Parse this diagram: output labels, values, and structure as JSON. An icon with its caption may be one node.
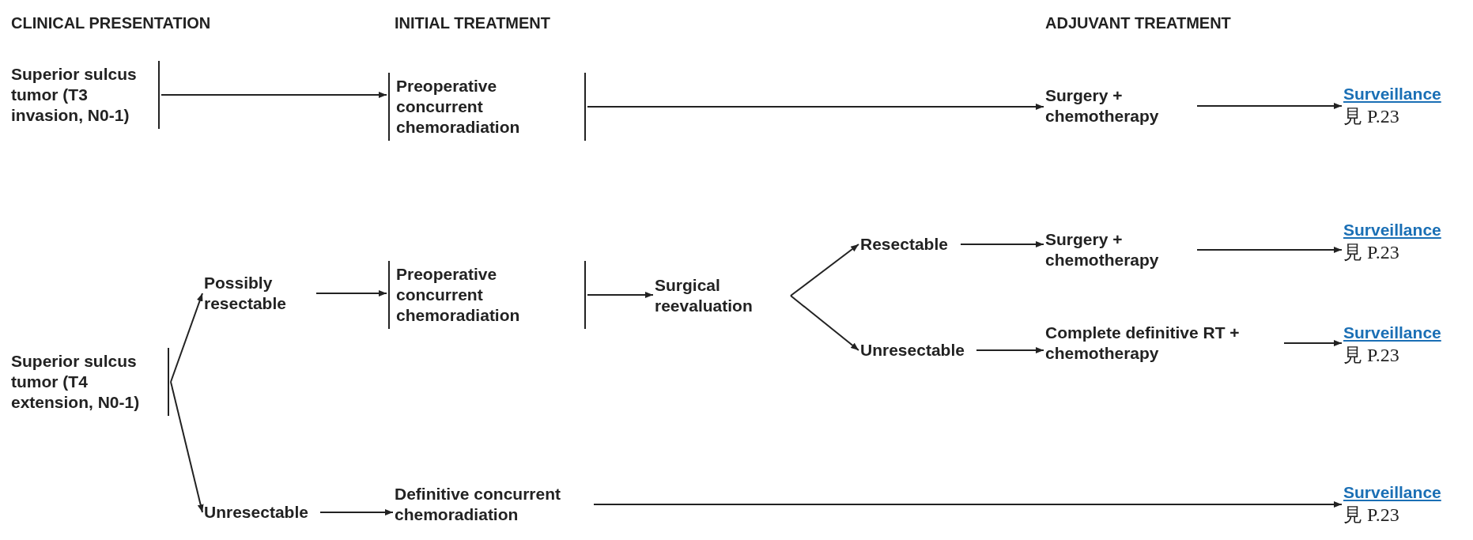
{
  "diagram": {
    "nodes": [
      {
        "text": [
          "Superior sulcus tumor (T3 invasion, N0-1)"
        ]
      },
      {
        "text": [
          "Preoperative concurrent chemoradiation"
        ]
      },
      {
        "text": [
          "Surgery + chemotherapy"
        ]
      },
      {
        "text": [
          "Surveillance",
          "見 P.23"
        ]
      },
      {
        "text": [
          "Superior sulcus tumor (T4 extension, N0-1)"
        ]
      },
      {
        "text": [
          "Possibly resectable"
        ]
      },
      {
        "text": [
          "Preoperative concurrent chemoradiation"
        ]
      },
      {
        "text": [
          "Surgical reevaluation"
        ]
      },
      {
        "text": [
          "Resectable"
        ]
      },
      {
        "text": [
          "Surgery + chemotherapy"
        ]
      },
      {
        "text": [
          "Surveillance",
          "見 P.23"
        ]
      },
      {
        "text": [
          "Unresectable"
        ]
      },
      {
        "text": [
          "Complete definitive RT + chemotherapy"
        ]
      },
      {
        "text": [
          "Surveillance",
          "見 P.23"
        ]
      },
      {
        "text": [
          "Unresectable"
        ]
      },
      {
        "text": [
          "Definitive concurrent chemoradiation"
        ]
      },
      {
        "text": [
          "Surveillance",
          "見 P.23"
        ]
      }
    ],
    "edges": [
      {
        "from": 0,
        "to": 1,
        "arrow": "to"
      },
      {
        "from": 1,
        "to": 2,
        "arrow": "to"
      },
      {
        "from": 2,
        "to": 3,
        "arrow": "to"
      },
      {
        "from": 4,
        "to": 5,
        "arrow": "to"
      },
      {
        "from": 4,
        "to": 14,
        "arrow": "to"
      },
      {
        "from": 5,
        "to": 6,
        "arrow": "to"
      },
      {
        "from": 6,
        "to": 7,
        "arrow": "to"
      },
      {
        "from": 7,
        "to": 8,
        "arrow": "to"
      },
      {
        "from": 7,
        "to": 11,
        "arrow": "to"
      },
      {
        "from": 8,
        "to": 9,
        "arrow": "to"
      },
      {
        "from": 9,
        "to": 10,
        "arrow": "to"
      },
      {
        "from": 11,
        "to": 12,
        "arrow": "to"
      },
      {
        "from": 12,
        "to": 13,
        "arrow": "to"
      },
      {
        "from": 14,
        "to": 15,
        "arrow": "to"
      },
      {
        "from": 15,
        "to": 16,
        "arrow": "to"
      }
    ],
    "labels": [
      "CLINICAL PRESENTATION",
      "INITIAL TREATMENT",
      "ADJUVANT TREATMENT"
    ]
  }
}
